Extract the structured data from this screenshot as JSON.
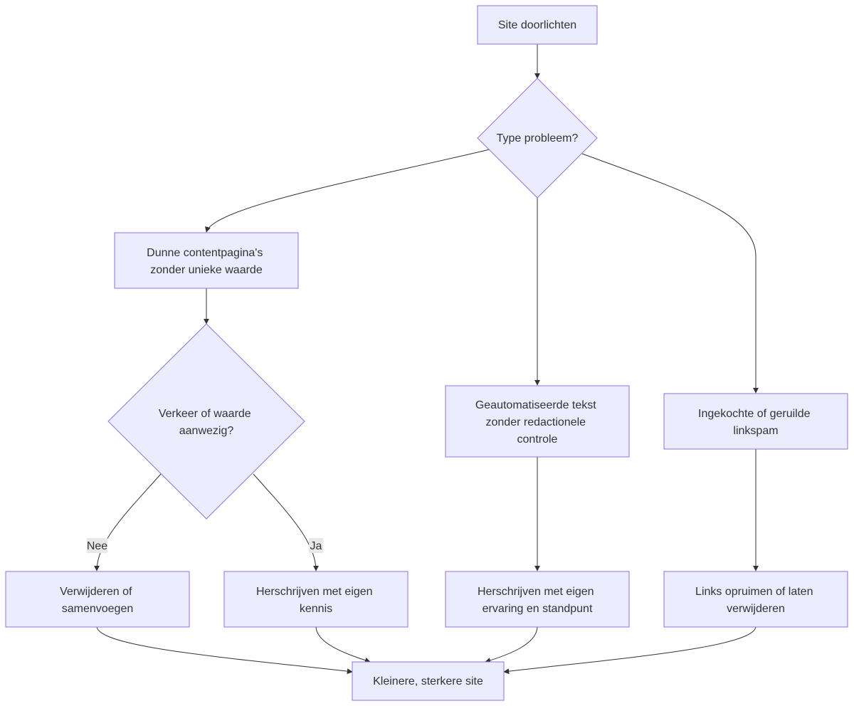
{
  "diagram": {
    "nodes": {
      "start": "Site doorlichten",
      "type_question": "Type probleem?",
      "thin_content": [
        "Dunne contentpagina's",
        "zonder unieke waarde"
      ],
      "traffic_question": [
        "Verkeer of waarde",
        "aanwezig?"
      ],
      "automated_text": [
        "Geautomatiseerde tekst",
        "zonder redactionele",
        "controle"
      ],
      "link_spam": [
        "Ingekochte of geruilde",
        "linkspam"
      ],
      "remove_merge": [
        "Verwijderen of",
        "samenvoegen"
      ],
      "rewrite_knowledge": [
        "Herschrijven met eigen",
        "kennis"
      ],
      "rewrite_experience": [
        "Herschrijven met eigen",
        "ervaring en standpunt"
      ],
      "clean_links": [
        "Links opruimen of laten",
        "verwijderen"
      ],
      "result": "Kleinere, sterkere site"
    },
    "edge_labels": {
      "no": "Nee",
      "yes": "Ja"
    }
  },
  "colors": {
    "node_fill": "#ECECFF",
    "node_stroke": "#9370DB",
    "edge": "#333333",
    "text": "#333333",
    "label_bg": "#e8e8e8"
  }
}
